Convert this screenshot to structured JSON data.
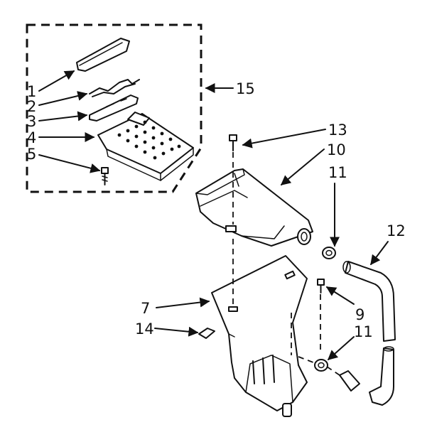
{
  "diagram": {
    "callouts": {
      "c1": "1",
      "c2": "2",
      "c3": "3",
      "c4": "4",
      "c5": "5",
      "c7": "7",
      "c9": "9",
      "c10": "10",
      "c11a": "11",
      "c11b": "11",
      "c12": "12",
      "c13": "13",
      "c14": "14",
      "c15": "15"
    }
  }
}
